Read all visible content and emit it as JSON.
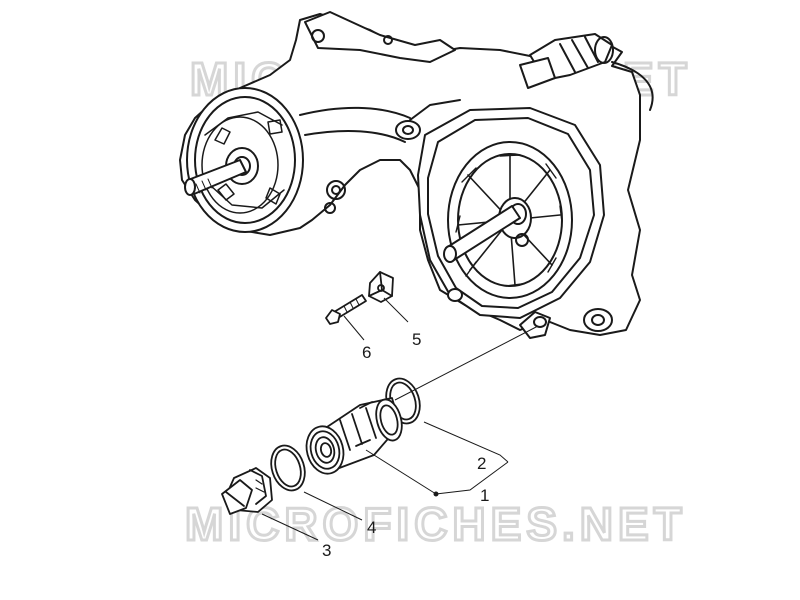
{
  "watermark": {
    "text": "MICROFICHES.NET",
    "color": "#cfcfcf"
  },
  "callouts": {
    "part_1": "1",
    "part_2": "2",
    "part_3": "3",
    "part_4": "4",
    "part_5": "5",
    "part_6": "6"
  },
  "colors": {
    "line": "#1a1a1a",
    "background": "#ffffff"
  }
}
